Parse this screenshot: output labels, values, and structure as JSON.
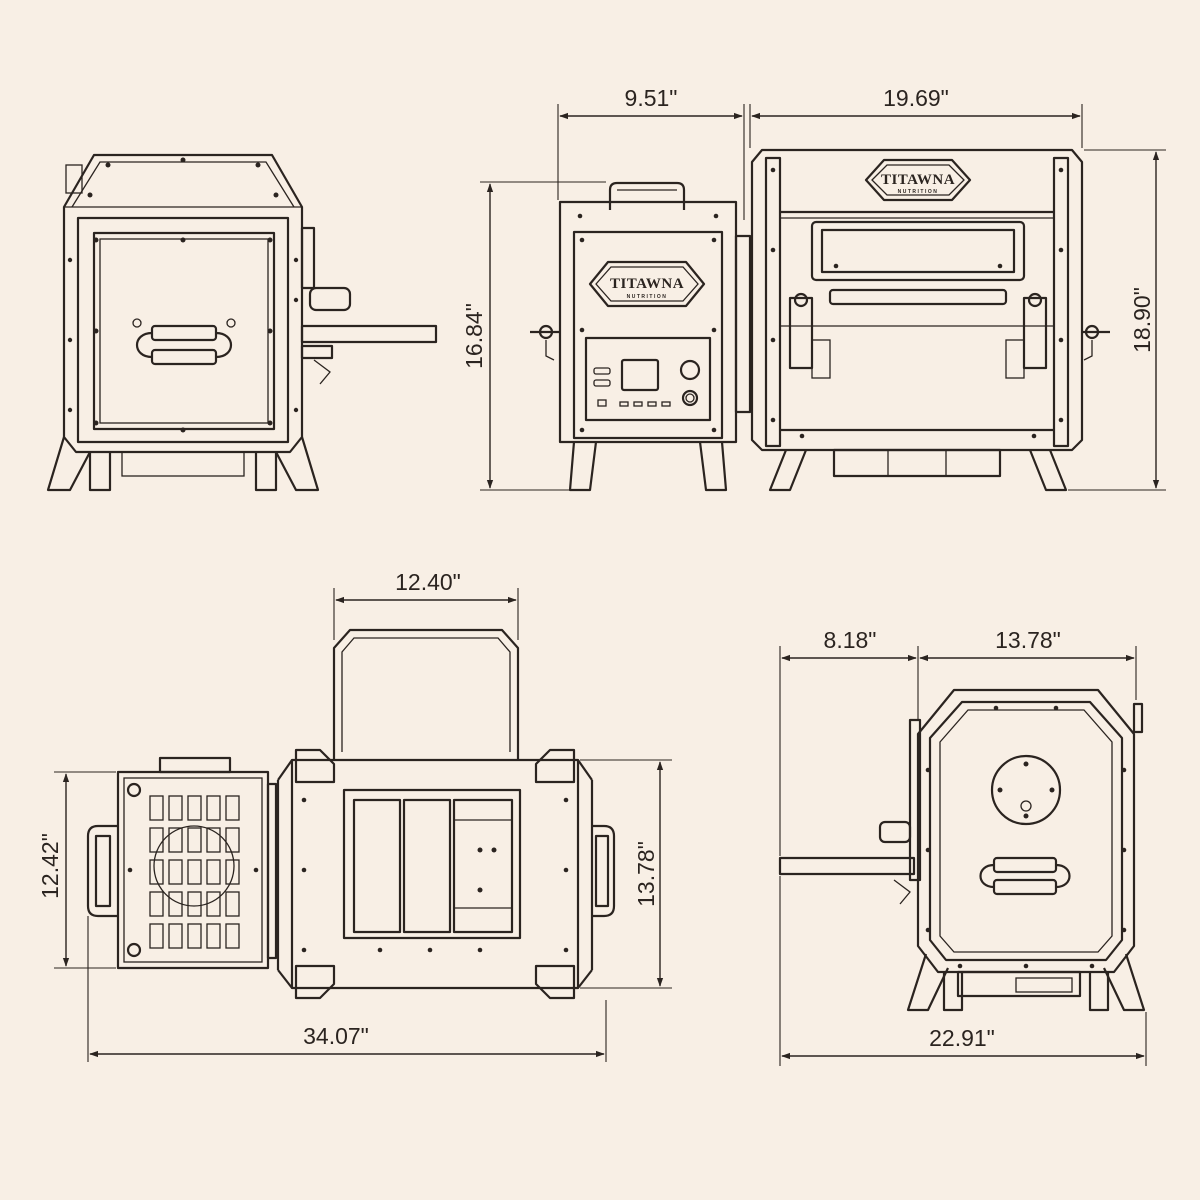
{
  "dimensions": {
    "front_left_width": "9.51\"",
    "front_right_width": "19.69\"",
    "front_left_height": "16.84\"",
    "front_right_height": "18.90\"",
    "top_lid_width": "12.40\"",
    "top_left_depth": "12.42\"",
    "top_right_depth": "13.78\"",
    "top_overall_width": "34.07\"",
    "side_left_width": "8.18\"",
    "side_right_width": "13.78\"",
    "side_overall_width": "22.91\""
  },
  "logo": {
    "brand": "TITAWNA",
    "sub": "NUTRITION"
  },
  "colors": {
    "background": "#f8efe5",
    "line": "#2b2420"
  }
}
